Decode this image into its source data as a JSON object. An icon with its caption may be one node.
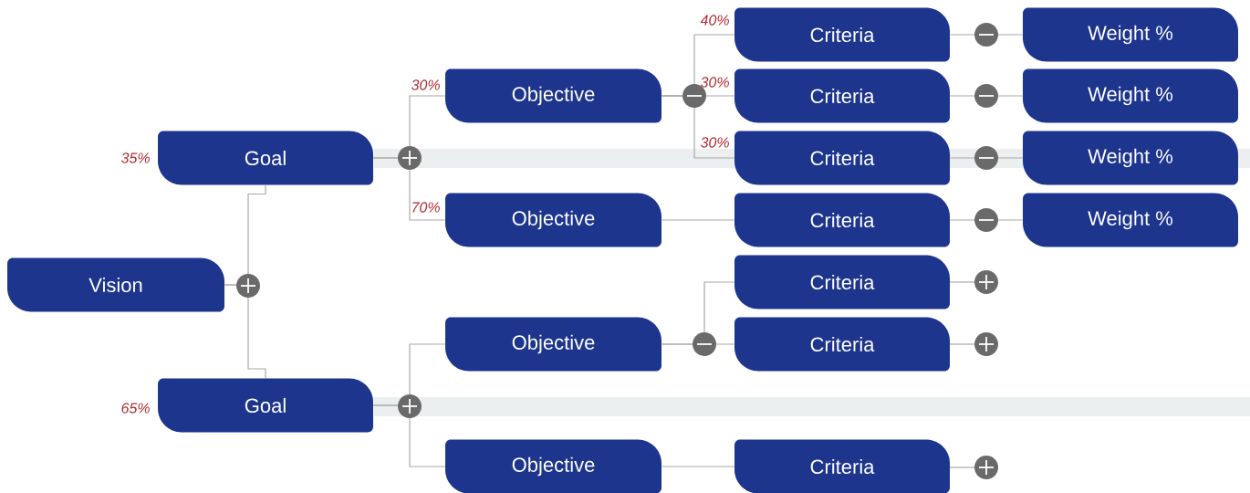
{
  "diagram": {
    "nodes": [
      {
        "text": [
          "Vision"
        ]
      },
      {
        "text": [
          "Goal"
        ],
        "beside": [
          "35%"
        ]
      },
      {
        "text": [
          "Goal"
        ],
        "beside": [
          "65%"
        ]
      },
      {
        "text": [
          "Objective"
        ],
        "beside": [
          "30%"
        ]
      },
      {
        "text": [
          "Objective"
        ],
        "beside": [
          "70%"
        ]
      },
      {
        "text": [
          "Objective"
        ]
      },
      {
        "text": [
          "Objective"
        ]
      },
      {
        "text": [
          "Criteria"
        ],
        "beside": [
          "40%"
        ]
      },
      {
        "text": [
          "Criteria"
        ],
        "beside": [
          "30%"
        ]
      },
      {
        "text": [
          "Criteria"
        ],
        "beside": [
          "30%"
        ]
      },
      {
        "text": [
          "Criteria"
        ]
      },
      {
        "text": [
          "Criteria"
        ]
      },
      {
        "text": [
          "Criteria"
        ]
      },
      {
        "text": [
          "Criteria"
        ]
      },
      {
        "text": [
          "Weight %"
        ]
      },
      {
        "text": [
          "Weight %"
        ]
      },
      {
        "text": [
          "Weight %"
        ]
      },
      {
        "text": [
          "Weight %"
        ]
      }
    ],
    "edges": [
      {
        "from": 0,
        "to": 1,
        "arrow": "none"
      },
      {
        "from": 0,
        "to": 2,
        "arrow": "none"
      },
      {
        "from": 1,
        "to": 3,
        "arrow": "none"
      },
      {
        "from": 1,
        "to": 4,
        "arrow": "none"
      },
      {
        "from": 2,
        "to": 5,
        "arrow": "none"
      },
      {
        "from": 2,
        "to": 6,
        "arrow": "none"
      },
      {
        "from": 3,
        "to": 7,
        "arrow": "none"
      },
      {
        "from": 3,
        "to": 8,
        "arrow": "none"
      },
      {
        "from": 3,
        "to": 9,
        "arrow": "none"
      },
      {
        "from": 4,
        "to": 10,
        "arrow": "none"
      },
      {
        "from": 5,
        "to": 11,
        "arrow": "none"
      },
      {
        "from": 5,
        "to": 12,
        "arrow": "none"
      },
      {
        "from": 6,
        "to": 13,
        "arrow": "none"
      },
      {
        "from": 7,
        "to": 14,
        "arrow": "none"
      },
      {
        "from": 8,
        "to": 15,
        "arrow": "none"
      },
      {
        "from": 9,
        "to": 16,
        "arrow": "none"
      },
      {
        "from": 10,
        "to": 17,
        "arrow": "none"
      }
    ]
  }
}
